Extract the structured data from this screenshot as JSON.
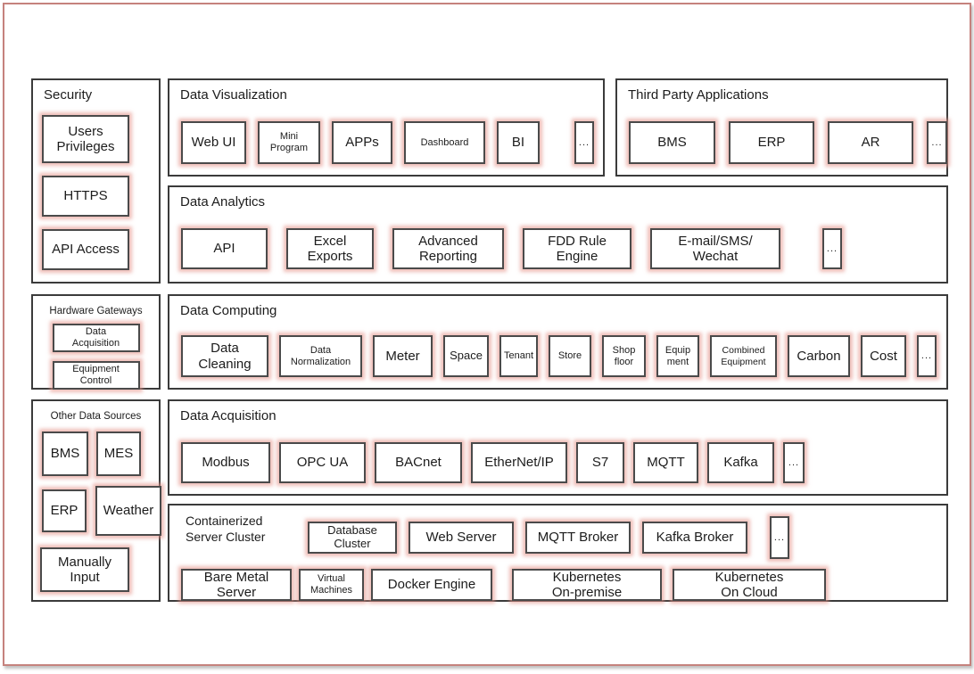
{
  "styles": {
    "frame_border_color": "#c5827d",
    "section_border_color": "#3b3b3b",
    "box_border_color": "#4a4a4a",
    "box_glow_color": "#e4928a",
    "text_color": "#1c1c1c"
  },
  "sections": {
    "security": {
      "title": "Security",
      "items": [
        "Users\nPrivileges",
        "HTTPS",
        "API Access"
      ]
    },
    "data_visualization": {
      "title": "Data Visualization",
      "items": [
        "Web UI",
        "Mini\nProgram",
        "APPs",
        "Dashboard",
        "BI",
        "..."
      ]
    },
    "third_party_applications": {
      "title": "Third Party Applications",
      "items": [
        "BMS",
        "ERP",
        "AR",
        "..."
      ]
    },
    "data_analytics": {
      "title": "Data Analytics",
      "items": [
        "API",
        "Excel\nExports",
        "Advanced\nReporting",
        "FDD Rule\nEngine",
        "E-mail/SMS/\nWechat",
        "..."
      ]
    },
    "hardware_gateways": {
      "title": "Hardware Gateways",
      "items": [
        "Data\nAcquisition",
        "Equipment\nControl"
      ]
    },
    "data_computing": {
      "title": "Data Computing",
      "items": [
        "Data\nCleaning",
        "Data\nNormalization",
        "Meter",
        "Space",
        "Tenant",
        "Store",
        "Shop\nfloor",
        "Equip\nment",
        "Combined\nEquipment",
        "Carbon",
        "Cost",
        "..."
      ]
    },
    "other_data_sources": {
      "title": "Other Data Sources",
      "items": [
        "BMS",
        "MES",
        "ERP",
        "Weather",
        "Manually\nInput"
      ]
    },
    "data_acquisition": {
      "title": "Data Acquisition",
      "items": [
        "Modbus",
        "OPC UA",
        "BACnet",
        "EtherNet/IP",
        "S7",
        "MQTT",
        "Kafka",
        "..."
      ]
    },
    "containerized_server_cluster": {
      "title": "Containerized\nServer Cluster",
      "row1": [
        "Database\nCluster",
        "Web Server",
        "MQTT Broker",
        "Kafka Broker",
        "..."
      ],
      "row2": [
        "Bare Metal\nServer",
        "Virtual\nMachines",
        "Docker Engine",
        "Kubernetes\nOn-premise",
        "Kubernetes\nOn Cloud"
      ]
    }
  }
}
